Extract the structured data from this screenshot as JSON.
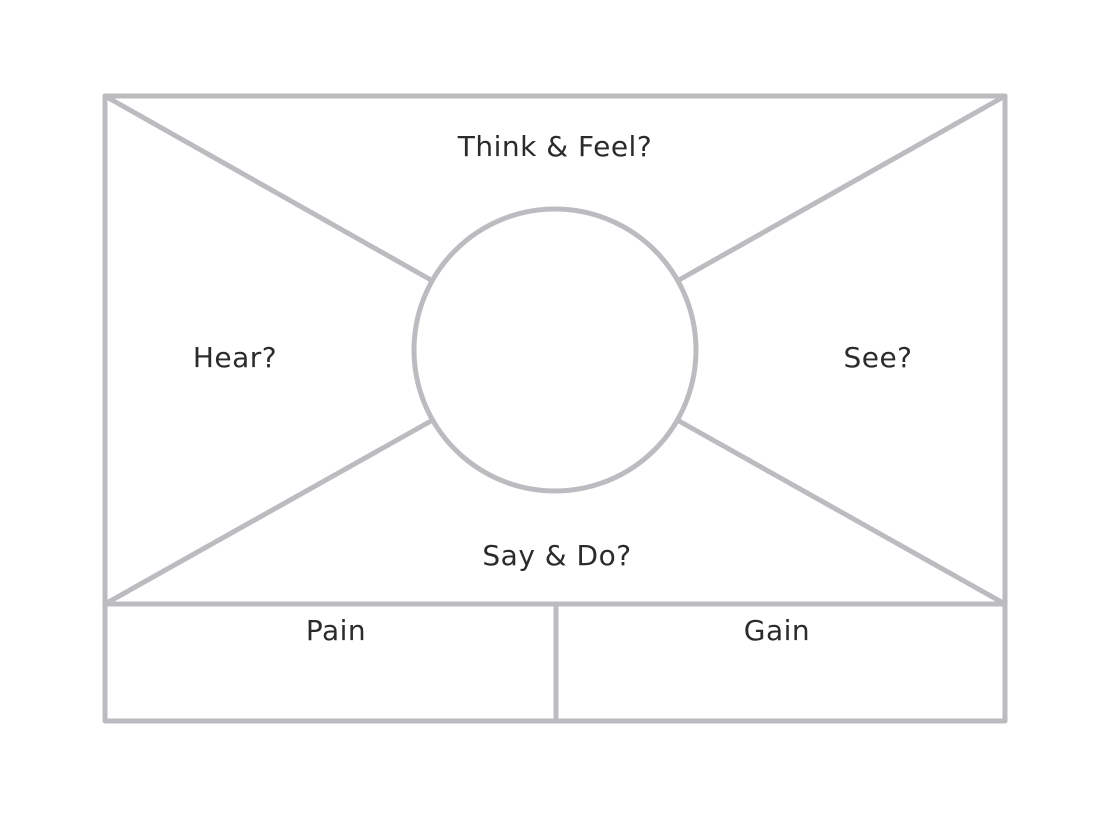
{
  "colors": {
    "line": "#bcbcc0",
    "text": "#2b2b2b",
    "background": "#ffffff"
  },
  "labels": {
    "think_feel": "Think & Feel?",
    "hear": "Hear?",
    "see": "See?",
    "say_do": "Say & Do?",
    "pain": "Pain",
    "gain": "Gain"
  }
}
